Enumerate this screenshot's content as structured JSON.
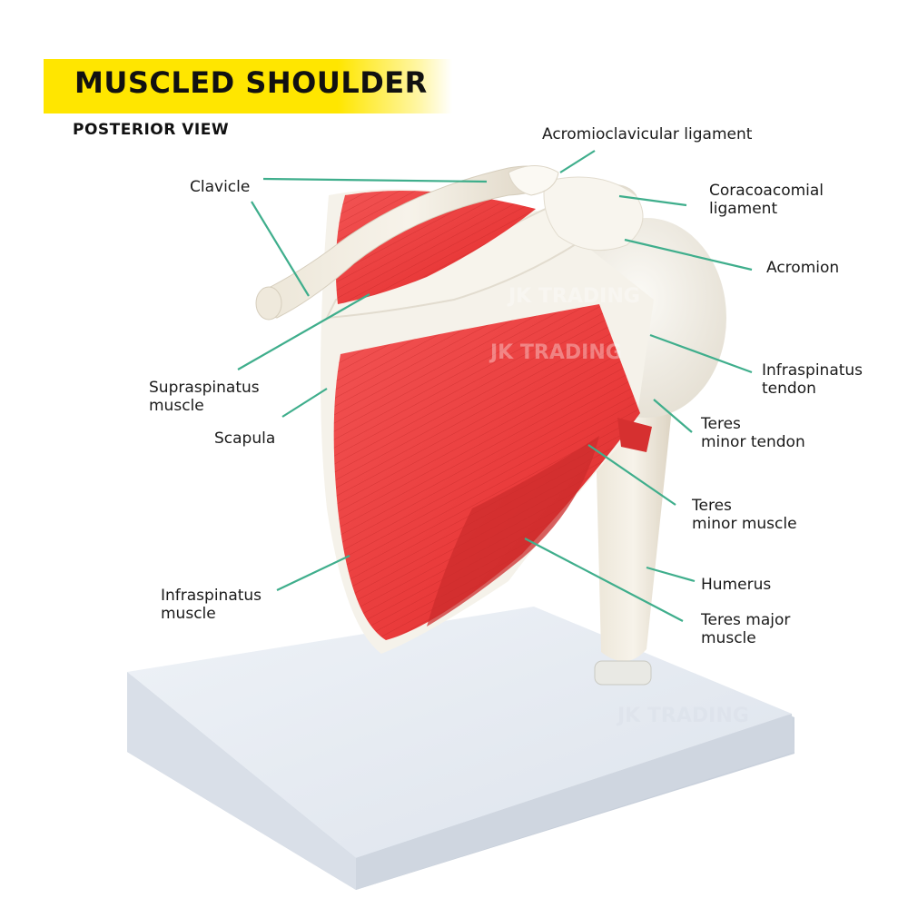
{
  "title": "MUSCLED SHOULDER",
  "subtitle": "POSTERIOR VIEW",
  "watermark": "JK TRADING",
  "colors": {
    "banner": "#ffe600",
    "leader": "#3fae8c",
    "muscle": "#ee3c3c",
    "bone": "#f4f1ea",
    "base": "#e6ebf2"
  },
  "labels": {
    "acromioclavicular": "Acromioclavicular ligament",
    "clavicle": "Clavicle",
    "coracoacromial_1": "Coracoacomial",
    "coracoacromial_2": "ligament",
    "acromion": "Acromion",
    "supraspinatus_1": "Supraspinatus",
    "supraspinatus_2": "muscle",
    "infraspinatus_tendon_1": "Infraspinatus",
    "infraspinatus_tendon_2": "tendon",
    "scapula": "Scapula",
    "teres_minor_tendon_1": "Teres",
    "teres_minor_tendon_2": "minor tendon",
    "teres_minor_muscle_1": "Teres",
    "teres_minor_muscle_2": "minor muscle",
    "infraspinatus_muscle_1": "Infraspinatus",
    "infraspinatus_muscle_2": "muscle",
    "humerus": "Humerus",
    "teres_major_1": "Teres major",
    "teres_major_2": "muscle"
  }
}
